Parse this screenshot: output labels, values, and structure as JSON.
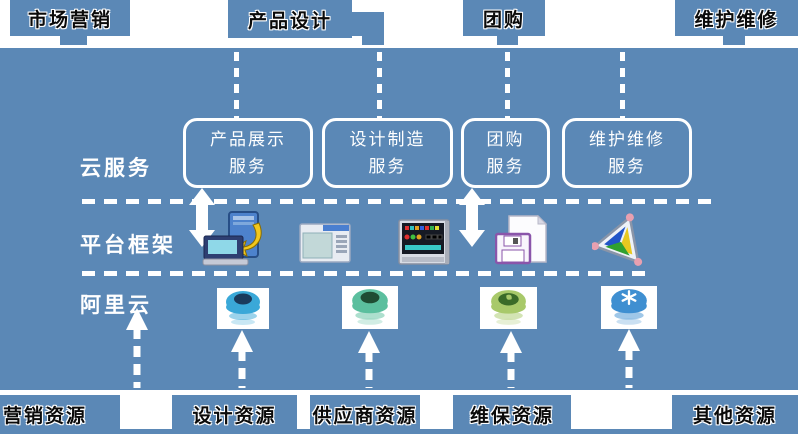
{
  "diagram_title": "",
  "colors": {
    "panel": "#5b88b6",
    "line": "#ffffff",
    "edge_label_text": "#0a0a0a",
    "dome_blue": "#3aa8d8",
    "dome_teal": "#5bbf9e",
    "dome_green": "#a8c96a",
    "dome_deepblue": "#3f8fd1"
  },
  "top_row": {
    "boxes": [
      {
        "label": "市场营销"
      },
      {
        "label": "产品设计"
      },
      {
        "label": "团购"
      },
      {
        "label": "维护维修"
      }
    ]
  },
  "cloud_row": {
    "label": "云服务",
    "services": [
      {
        "line1": "产品展示",
        "line2": "服务"
      },
      {
        "line1": "设计制造",
        "line2": "服务"
      },
      {
        "line1": "团购",
        "line2": "服务"
      },
      {
        "line1": "维护维修",
        "line2": "服务"
      }
    ]
  },
  "platform_row": {
    "label": "平台框架",
    "icons": [
      {
        "name": "workstation-deploy-icon"
      },
      {
        "name": "window-form-icon"
      },
      {
        "name": "control-panel-icon"
      },
      {
        "name": "save-document-icon"
      },
      {
        "name": "prism-sign-icon"
      }
    ]
  },
  "aliyun_row": {
    "label": "阿里云",
    "icons": [
      {
        "name": "cloud-dome-blue-icon"
      },
      {
        "name": "cloud-dome-teal-icon"
      },
      {
        "name": "cloud-dome-green-icon"
      },
      {
        "name": "cloud-dome-snowflake-icon"
      }
    ]
  },
  "bottom_row": {
    "boxes": [
      {
        "label": "营销资源"
      },
      {
        "label": "设计资源"
      },
      {
        "label": "供应商资源"
      },
      {
        "label": "维保资源"
      },
      {
        "label": "其他资源"
      }
    ]
  }
}
